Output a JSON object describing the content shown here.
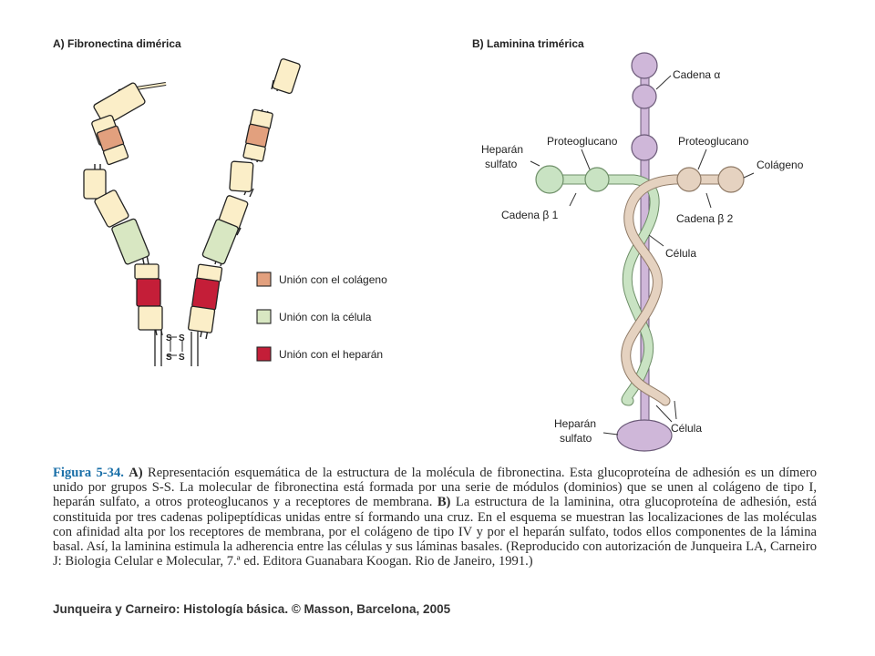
{
  "panel_a": {
    "title": "A)   Fibronectina dimérica",
    "legend": [
      {
        "label": "Unión con el colágeno",
        "color": "#e2a07e"
      },
      {
        "label": "Unión con la célula",
        "color": "#d8e7c2"
      },
      {
        "label": "Unión con el heparán",
        "color": "#c41e38"
      }
    ],
    "ss_label": "S",
    "colors": {
      "domain": "#fbeec8",
      "collagen": "#e2a07e",
      "cell": "#d8e7c2",
      "heparan": "#c41e38",
      "outline": "#222222"
    }
  },
  "panel_b": {
    "title": "B)   Laminina trimérica",
    "labels": {
      "alpha": "Cadena α",
      "proteo_left": "Proteoglucano",
      "proteo_right": "Proteoglucano",
      "heparan_top_1": "Heparán",
      "heparan_top_2": "sulfato",
      "collagen": "Colágeno",
      "beta1": "Cadena β 1",
      "beta2": "Cadena β 2",
      "cell_1": "Célula",
      "cell_2": "Célula",
      "heparan_bottom_1": "Heparán",
      "heparan_bottom_2": "sulfato"
    },
    "colors": {
      "alpha": "#cfb7d9",
      "beta1": "#c9e3c3",
      "beta2": "#e5d2c0",
      "outline": "#555555"
    }
  },
  "caption": {
    "fig_label": "Figura 5-34.",
    "a_mark": "A)",
    "a_text": " Representación esquemática de la estructura de la molécula de fibronectina. Esta glucoproteína de adhesión es un dímero unido por grupos S-S. La molecular de fibronectina está formada por una serie de módulos (dominios) que se unen al colágeno de tipo I, heparán sulfato, a otros proteoglucanos y a receptores de membrana. ",
    "b_mark": "B)",
    "b_text": " La estructura de la laminina, otra glucoproteína de adhesión, está constituida por tres cadenas polipeptídicas unidas entre sí formando una cruz. En el esquema se muestran las localizaciones de las moléculas con afinidad alta por los receptores de membrana, por el colágeno de tipo IV y por el heparán sulfato, todos ellos componentes de la lámina basal. Así, la laminina estimula la adherencia entre las células y sus láminas basales. (Reproducido con autorización de Junqueira LA, Carneiro J: Biologia Celular e Molecular, 7.ª ed. Editora Guanabara Koogan. Rio de Janeiro, 1991.)"
  },
  "footer": "Junqueira y Carneiro: Histología básica. © Masson, Barcelona, 2005"
}
